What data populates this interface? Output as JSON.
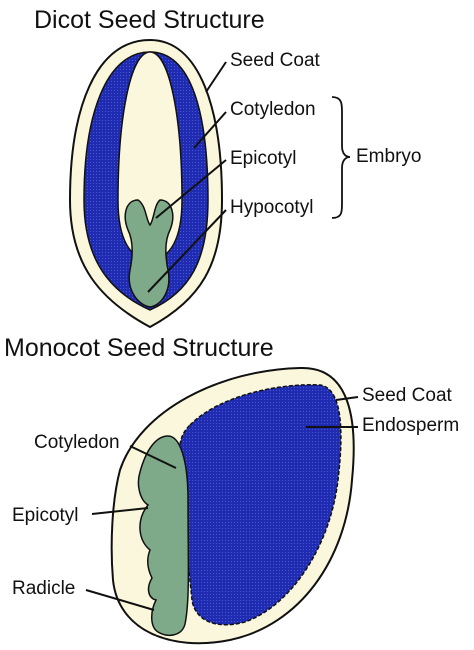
{
  "dicot": {
    "title": "Dicot Seed Structure",
    "labels": {
      "seed_coat": "Seed Coat",
      "cotyledon": "Cotyledon",
      "epicotyl": "Epicotyl",
      "hypocotyl": "Hypocotyl",
      "embryo": "Embryo"
    }
  },
  "monocot": {
    "title": "Monocot Seed Structure",
    "labels": {
      "seed_coat": "Seed Coat",
      "endosperm": "Endosperm",
      "cotyledon": "Cotyledon",
      "epicotyl": "Epicotyl",
      "radicle": "Radicle"
    }
  },
  "colors": {
    "seed_coat_fill": "#fbf7dc",
    "cotyledon_blue": "#1f2bb0",
    "embryo_green": "#7faa8a",
    "outline": "#111111"
  }
}
